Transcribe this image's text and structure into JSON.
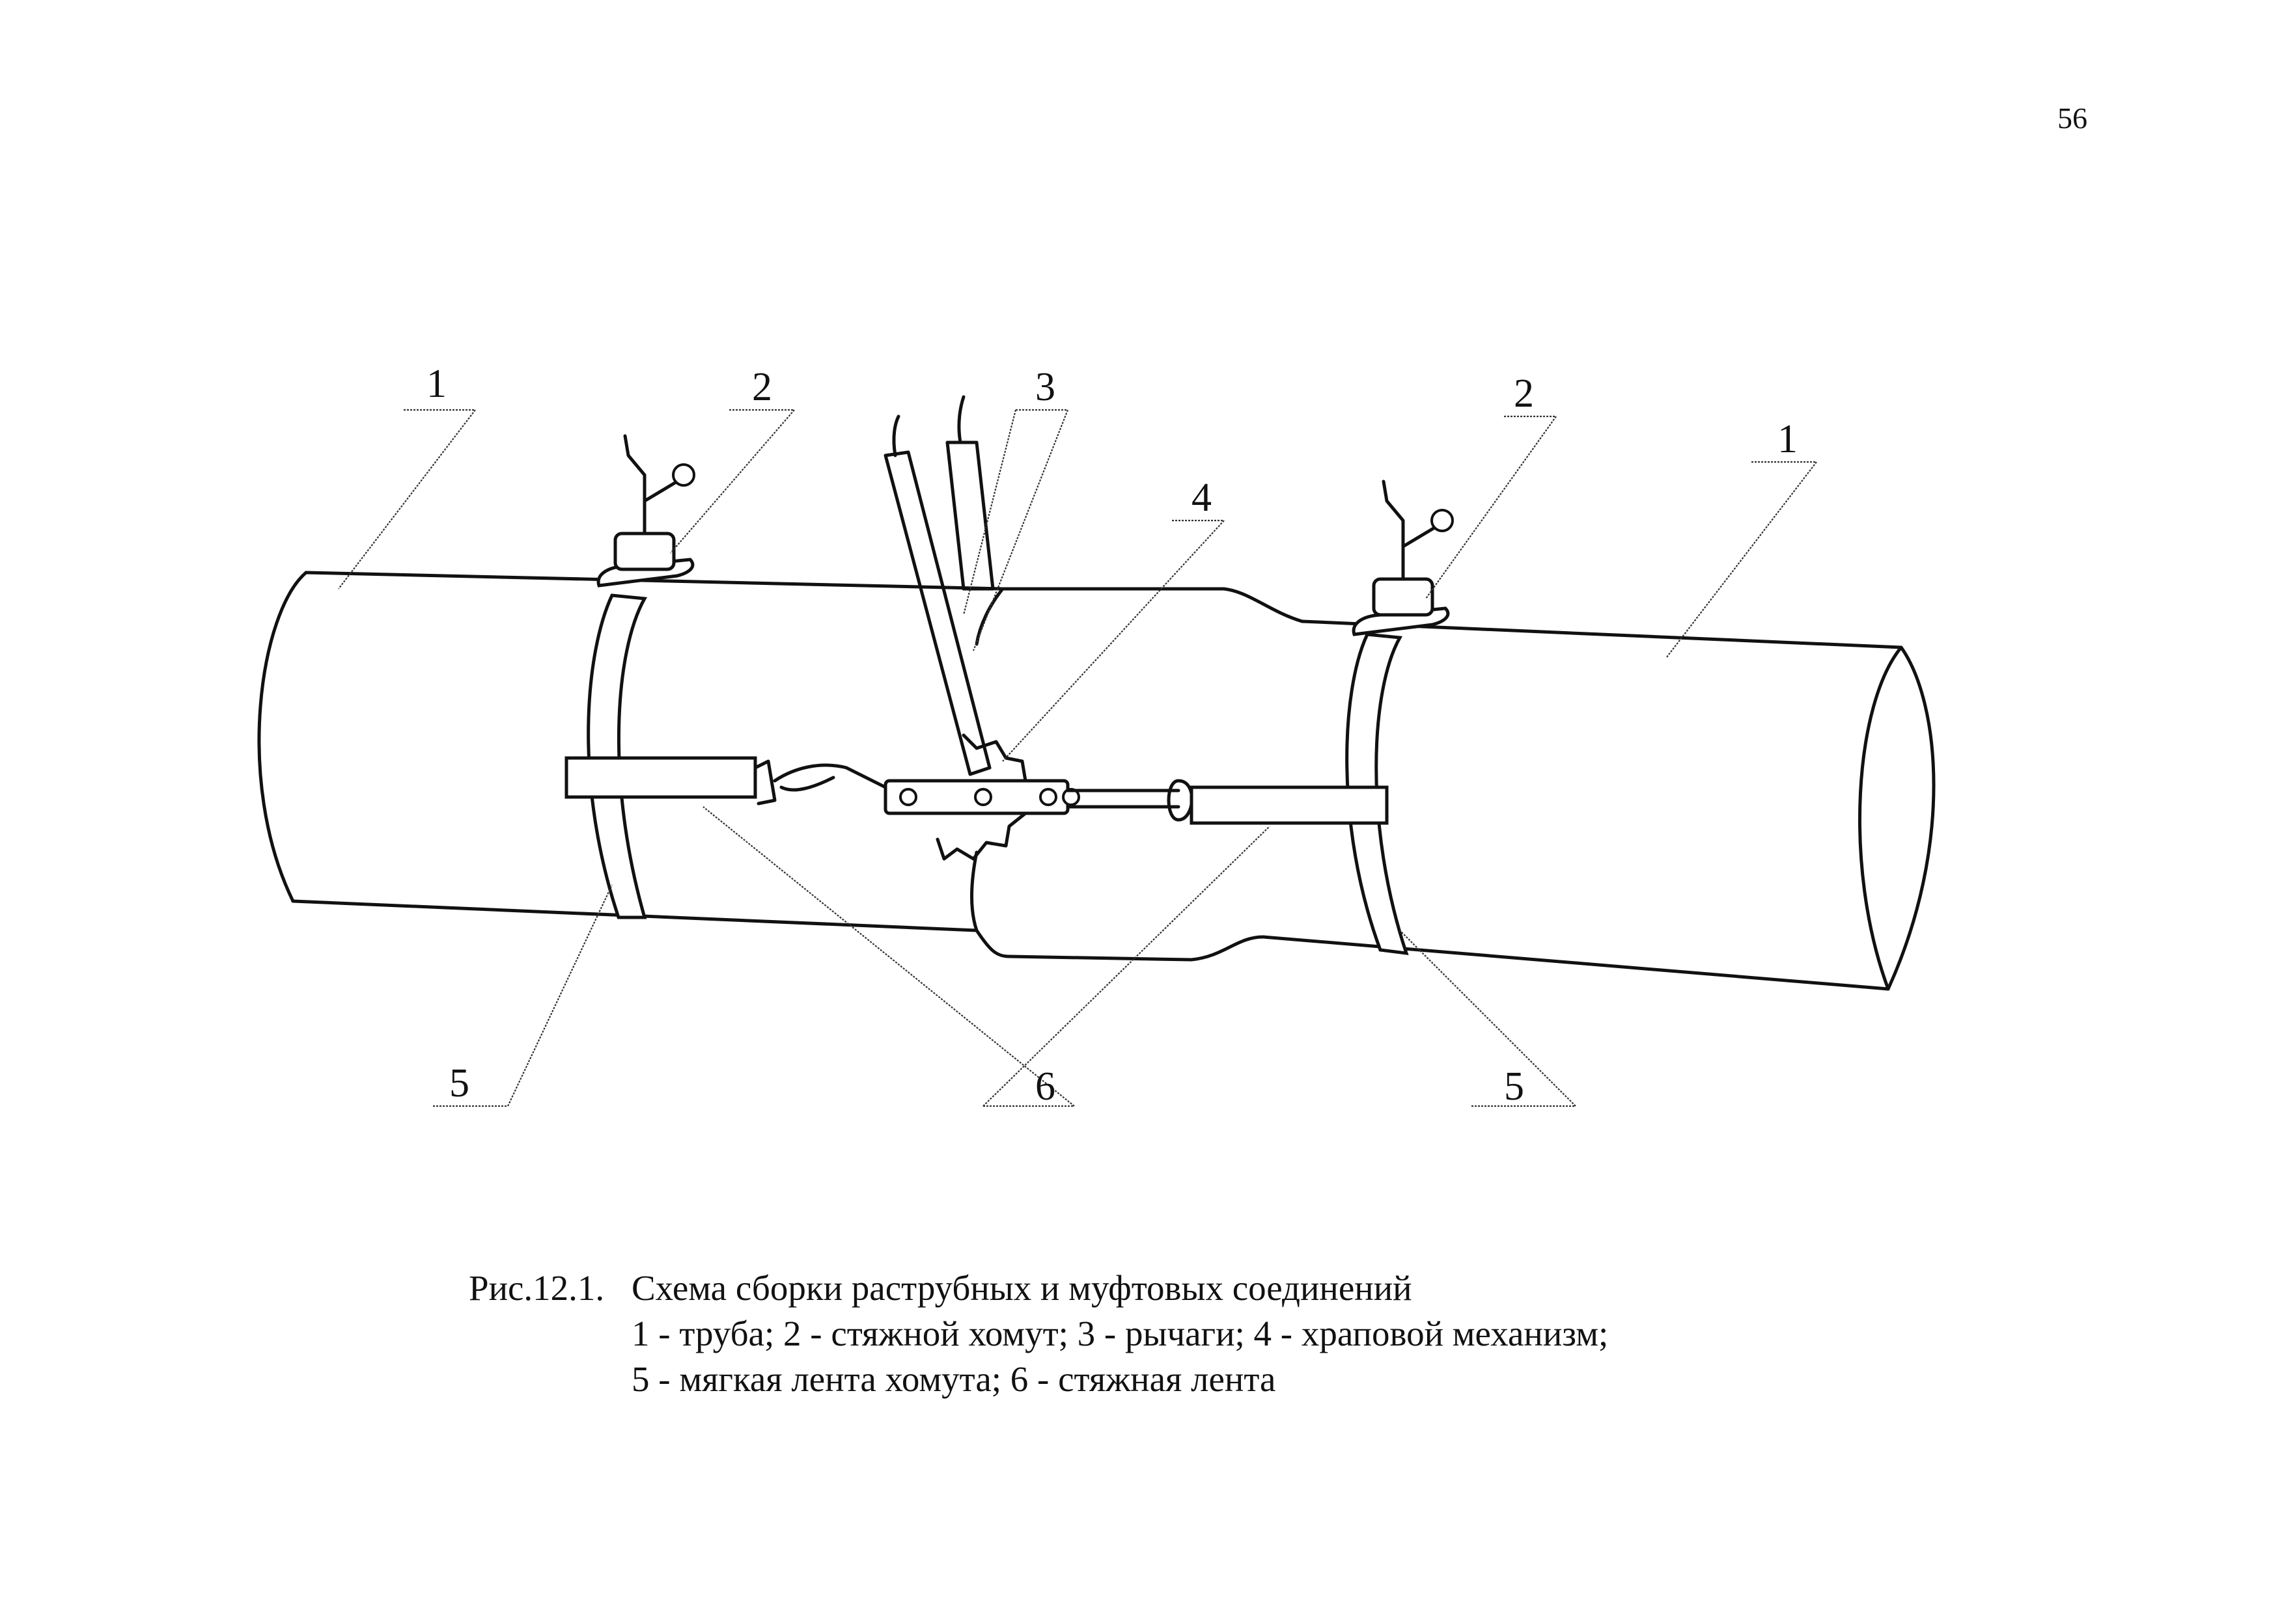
{
  "page": {
    "number": "56"
  },
  "figure": {
    "callouts": [
      {
        "id": "1",
        "text": "1"
      },
      {
        "id": "2",
        "text": "2"
      },
      {
        "id": "3",
        "text": "3"
      },
      {
        "id": "4",
        "text": "4"
      },
      {
        "id": "5",
        "text": "5"
      },
      {
        "id": "6",
        "text": "6"
      }
    ],
    "icons": [
      "pipe",
      "clamp",
      "lever",
      "ratchet",
      "soft-band",
      "tension-strap"
    ]
  },
  "caption": {
    "figure_number": "Рис.12.1.",
    "title": "Схема сборки раструбных и муфтовых соединений",
    "legend_line1": "1 - труба;  2 - стяжной хомут;  3 - рычаги;  4 - храповой механизм;",
    "legend_line2": "5 - мягкая лента хомута;  6 - стяжная лента"
  }
}
